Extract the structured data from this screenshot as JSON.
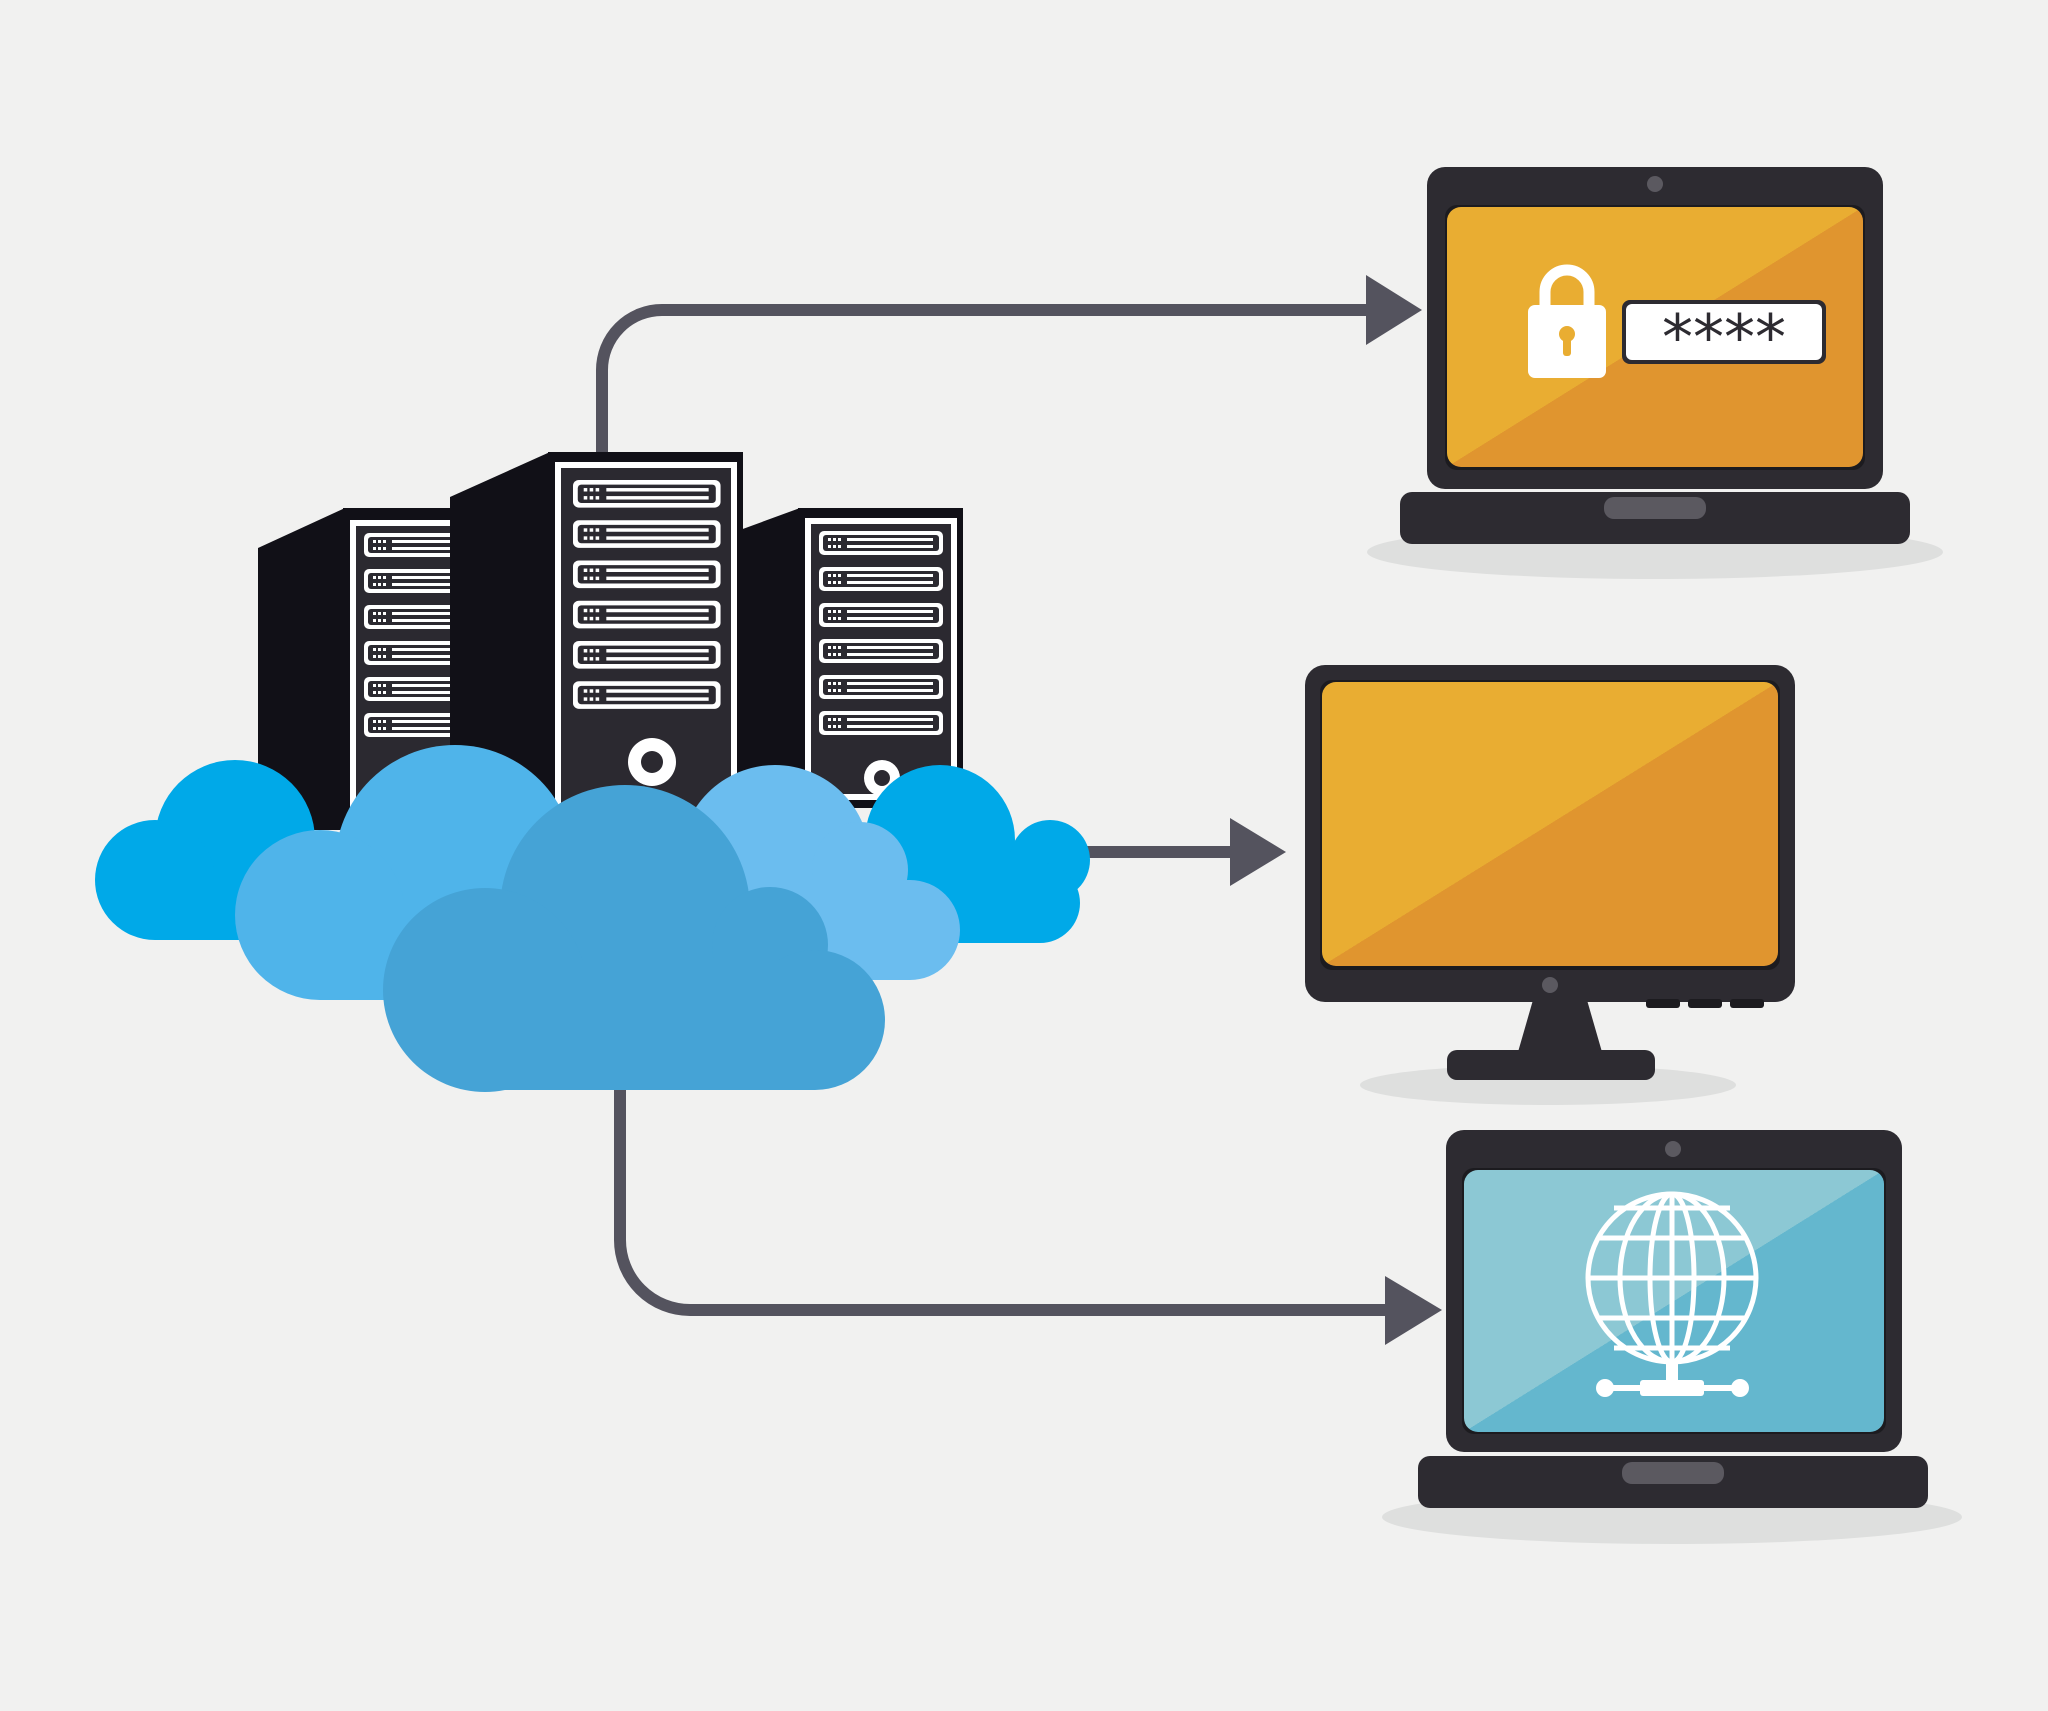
{
  "diagram": {
    "colors": {
      "background": "#f1f1f0",
      "connector": "#54535e",
      "device_frame": "#2d2b31",
      "device_bezel": "#1c1b1f",
      "server_dark": "#111017",
      "server_face": "#2b2930",
      "cloud_light": "#6bbdef",
      "cloud_mid": "#4fb4ea",
      "cloud_bright": "#00a9e8",
      "cloud_front": "#45a3d6",
      "screen_orange_light": "#e9ad32",
      "screen_orange_dark": "#e0952f",
      "screen_blue_light": "#8cc8d4",
      "screen_blue_dark": "#64b7ce"
    },
    "source": {
      "servers": {
        "icon": "server-rack-icon",
        "count": 3
      },
      "cloud": {
        "icon": "cloud-icon"
      }
    },
    "targets": [
      {
        "device": "laptop",
        "icon": "padlock-icon",
        "password_field": {
          "masked_text": "****"
        }
      },
      {
        "device": "desktop-monitor",
        "icon": "blank-screen"
      },
      {
        "device": "laptop",
        "icon": "network-globe-icon"
      }
    ],
    "connections": [
      {
        "from": "servers",
        "to": "target-1",
        "style": "arrow"
      },
      {
        "from": "cloud",
        "to": "target-2",
        "style": "arrow"
      },
      {
        "from": "cloud",
        "to": "target-3",
        "style": "arrow"
      }
    ]
  }
}
